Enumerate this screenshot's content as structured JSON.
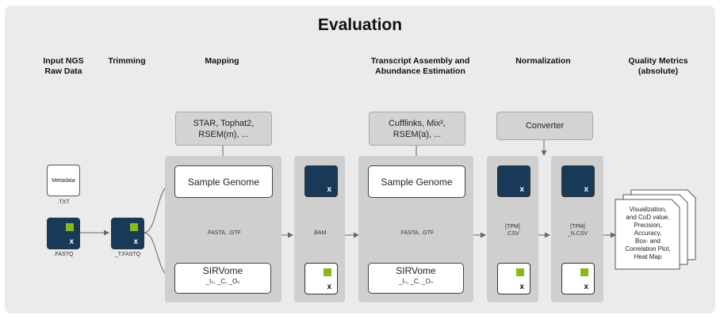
{
  "title": "Evaluation",
  "headers": {
    "input": [
      "Input NGS",
      "Raw Data"
    ],
    "trimming": [
      "Trimming"
    ],
    "mapping": [
      "Mapping"
    ],
    "assembly": [
      "Transcript Assembly and",
      "Abundance Estimation"
    ],
    "normalization": [
      "Normalization"
    ],
    "quality": [
      "Quality Metrics",
      "(absolute)"
    ]
  },
  "tools": {
    "mapping": [
      "STAR, Tophat2,",
      "RSEM(m), ..."
    ],
    "assembly": [
      "Cufflinks, Mix²,",
      "RSEM(a), ..."
    ],
    "normalization": [
      "Converter"
    ]
  },
  "boxes": {
    "sample_genome": "Sample Genome",
    "sirvome": "SIRVome",
    "sirvome_sub": "_Iₙ, _C, _Oₙ"
  },
  "file_captions": {
    "metadata": "Metadata",
    "txt": ".TXT",
    "fastq": ".FASTQ",
    "t_fastq": "_T.FASTQ",
    "fasta_gtf": ".FASTA, .GTF",
    "bam": ".BAM",
    "tpm_csv": [
      "[TPM]",
      ".CSV"
    ],
    "tpm_n_csv": [
      "[TPM]",
      "_N.CSV"
    ]
  },
  "x_mark": "x",
  "quality_text": [
    "Visualization,",
    "and CoD value,",
    "Precision,",
    "Accuracy,",
    "Box- and",
    "Correlation Plot,",
    "Heat Map"
  ],
  "colors": {
    "dark_file": "#163a57",
    "green_marker": "#8ab71e",
    "panel": "#ebebeb",
    "stage": "#cfcfcf"
  }
}
